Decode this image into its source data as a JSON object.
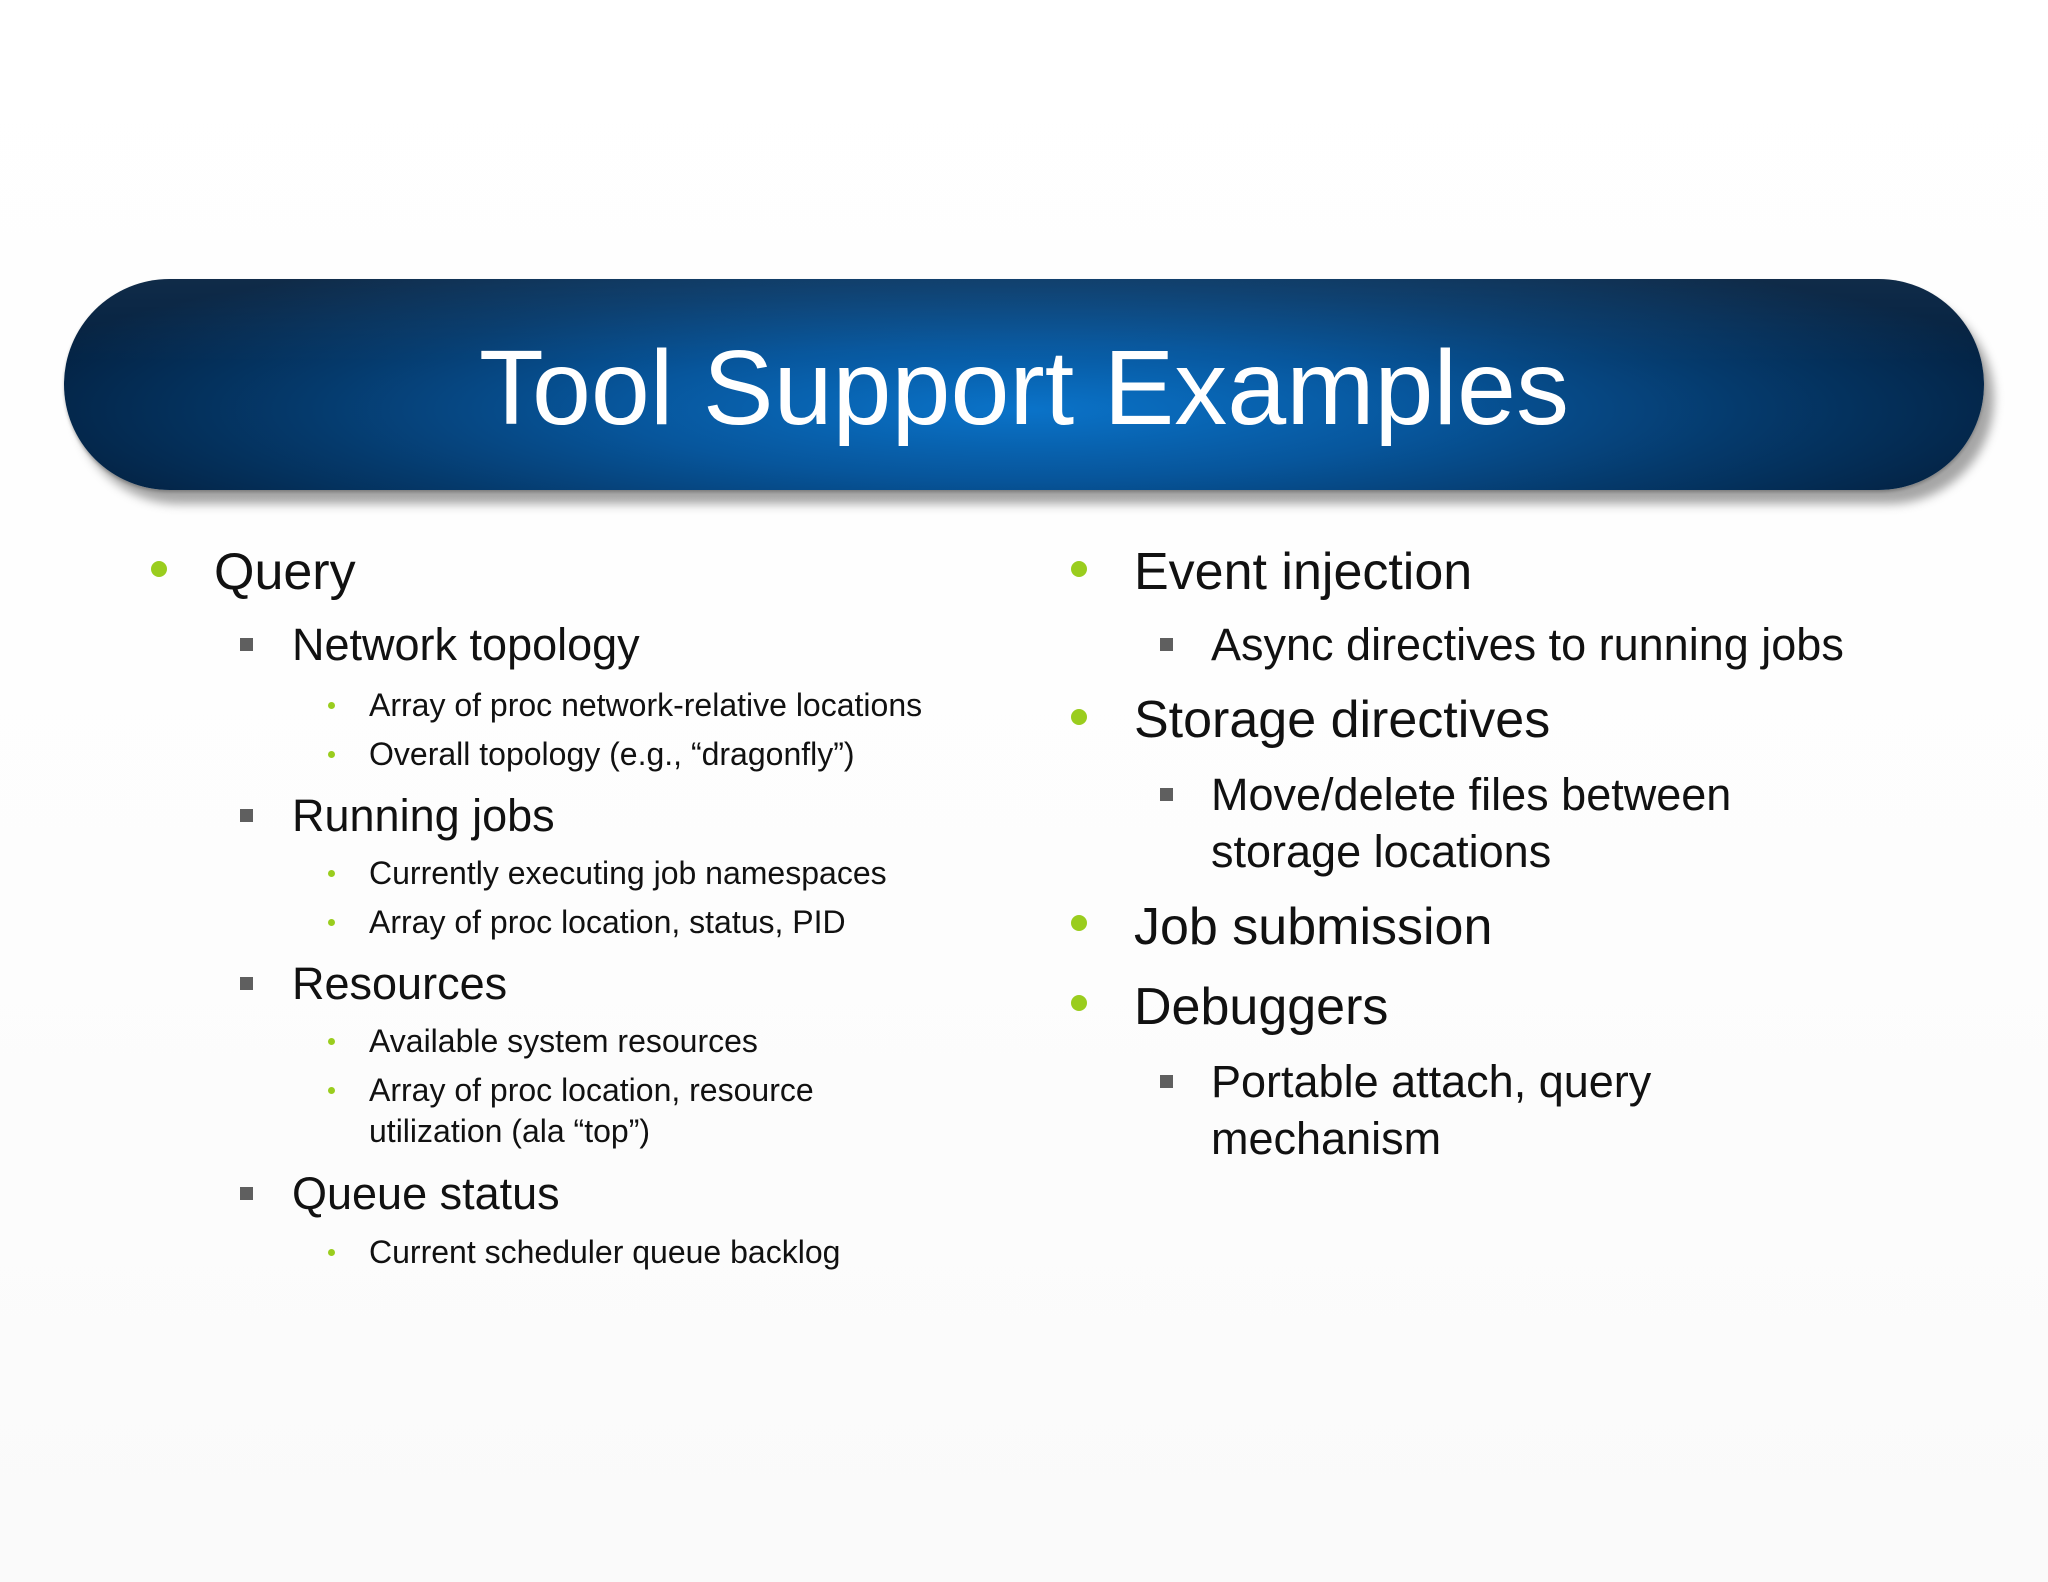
{
  "title": "Tool Support Examples",
  "left_column": {
    "query": {
      "label": "Query",
      "network_topology": {
        "label": "Network topology",
        "items": [
          "Array of proc network-relative locations",
          "Overall topology (e.g., “dragonfly”)"
        ]
      },
      "running_jobs": {
        "label": "Running jobs",
        "items": [
          "Currently executing job namespaces",
          "Array of proc location, status, PID"
        ]
      },
      "resources": {
        "label": "Resources",
        "items": [
          "Available system resources",
          "Array of proc location, resource",
          "utilization (ala “top”)"
        ]
      },
      "queue_status": {
        "label": "Queue status",
        "items": [
          "Current scheduler queue backlog"
        ]
      }
    }
  },
  "right_column": {
    "event_injection": {
      "label": "Event injection",
      "items": [
        "Async directives to running jobs"
      ]
    },
    "storage_directives": {
      "label": "Storage directives",
      "items": [
        "Move/delete files between",
        "storage locations"
      ]
    },
    "job_submission": {
      "label": "Job submission"
    },
    "debuggers": {
      "label": "Debuggers",
      "items": [
        "Portable attach, query",
        "mechanism"
      ]
    }
  },
  "colors": {
    "banner_center": "#0a73c9",
    "banner_edge": "#03203f",
    "bullet_green": "#9acd1e",
    "bullet_gray": "#5f5f5f"
  }
}
